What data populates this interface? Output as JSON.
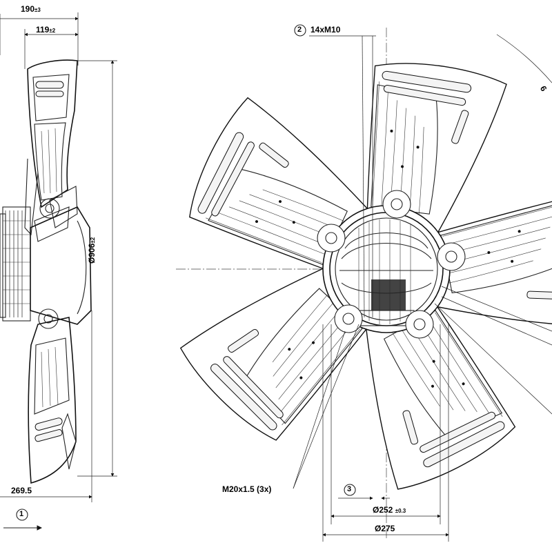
{
  "side_view": {
    "overall_depth": {
      "value": "190",
      "tol": "±3"
    },
    "rim_depth": {
      "value": "119",
      "tol": "±2"
    },
    "diameter": {
      "value": "Ø906",
      "tol": "±2"
    },
    "bottom_length": {
      "value": "269.5"
    }
  },
  "front_view": {
    "callout_2": {
      "number": "2",
      "label": "14xM10"
    },
    "callout_3": {
      "number": "3"
    },
    "cable_gland": "M20x1.5 (3x)",
    "bolt_circle": {
      "value": "Ø252",
      "tol": "±0.3"
    },
    "hub_diameter": {
      "value": "Ø275"
    },
    "cut_label": "6"
  },
  "markers": {
    "airflow_marker": {
      "number": "1"
    }
  }
}
